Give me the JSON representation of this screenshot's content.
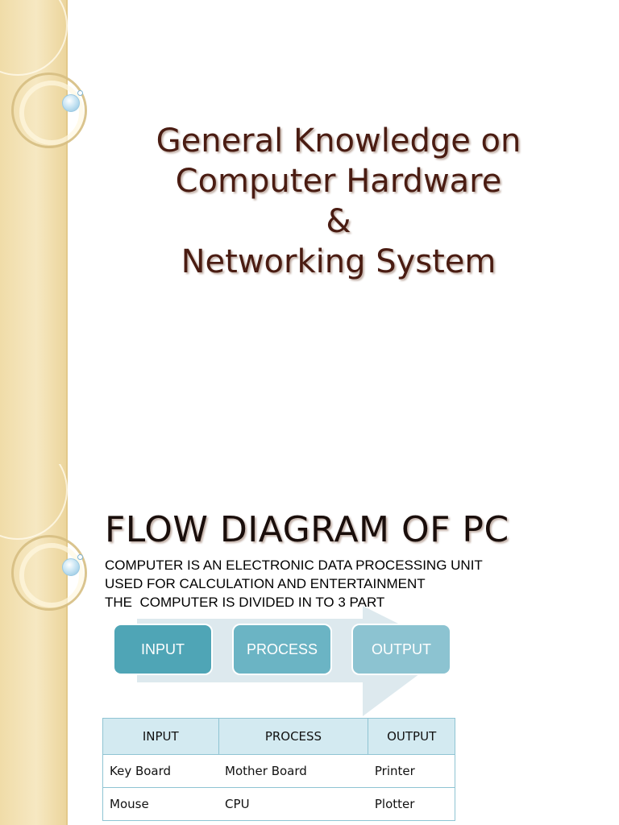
{
  "slide1": {
    "title_lines": [
      "General Knowledge on",
      "Computer Hardware",
      "&",
      "Networking System"
    ]
  },
  "slide2": {
    "title": "FLOW DIAGRAM OF PC",
    "description_lines": [
      "COMPUTER IS AN ELECTRONIC DATA PROCESSING UNIT",
      "USED FOR CALCULATION AND ENTERTAINMENT",
      "THE  COMPUTER IS DIVIDED IN TO 3 PART"
    ],
    "flow": [
      "INPUT",
      "PROCESS",
      "OUTPUT"
    ],
    "table": {
      "headers": [
        "INPUT",
        "PROCESS",
        "OUTPUT"
      ],
      "rows": [
        [
          "Key Board",
          "Mother Board",
          "Printer"
        ],
        [
          "Mouse",
          "CPU",
          "Plotter"
        ]
      ]
    }
  },
  "colors": {
    "title": "#4a1c12",
    "flow_box_1": "#4fa5b6",
    "flow_box_2": "#6bb4c4",
    "flow_box_3": "#8cc3d1",
    "table_header": "#d3eaf1"
  }
}
